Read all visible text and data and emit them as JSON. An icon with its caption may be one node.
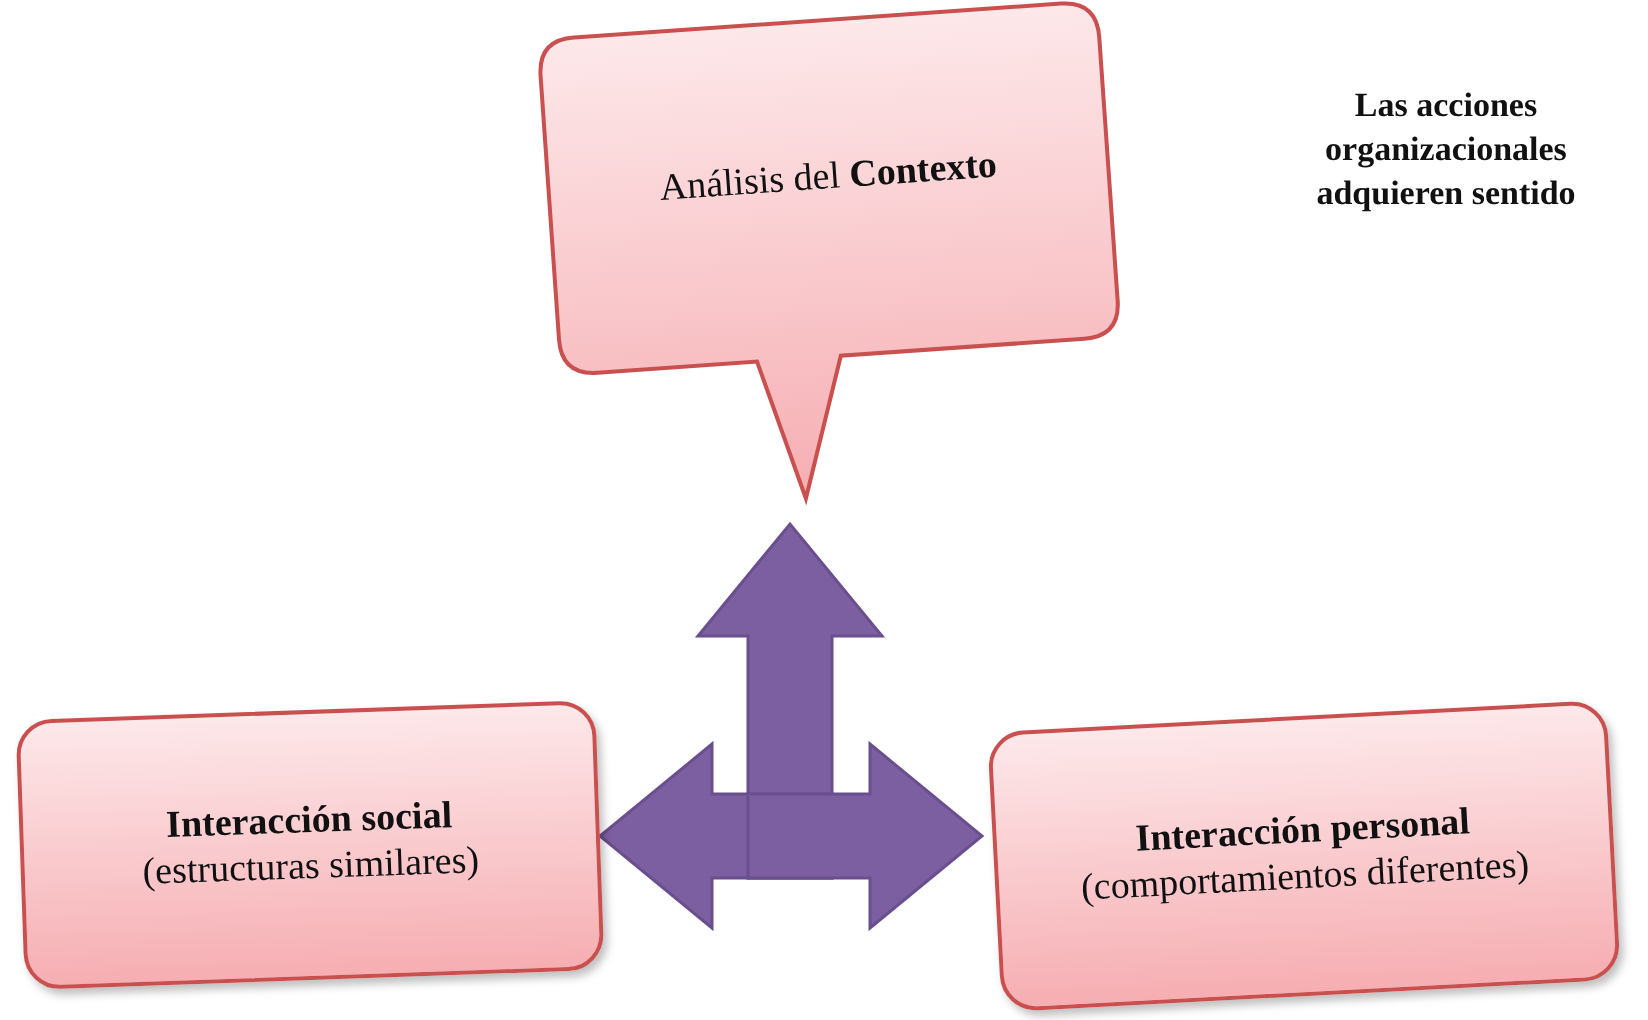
{
  "diagram": {
    "nodes": [
      {
        "text": [
          "Análisis del **Contexto**"
        ]
      },
      {
        "text": [
          "Interacción social",
          "(estructuras similares)"
        ]
      },
      {
        "text": [
          "Interacción personal",
          "(comportamientos diferentes)"
        ]
      }
    ],
    "edges": [
      {
        "from": null,
        "to": 0,
        "arrow": "to",
        "style": "thick",
        "color": "#7b5fa0"
      },
      {
        "from": null,
        "to": 1,
        "arrow": "to",
        "style": "thick",
        "color": "#7b5fa0"
      },
      {
        "from": null,
        "to": 2,
        "arrow": "to",
        "style": "thick",
        "color": "#7b5fa0"
      }
    ],
    "labels": [
      "Las acciones organizacionales adquieren sentido"
    ]
  }
}
